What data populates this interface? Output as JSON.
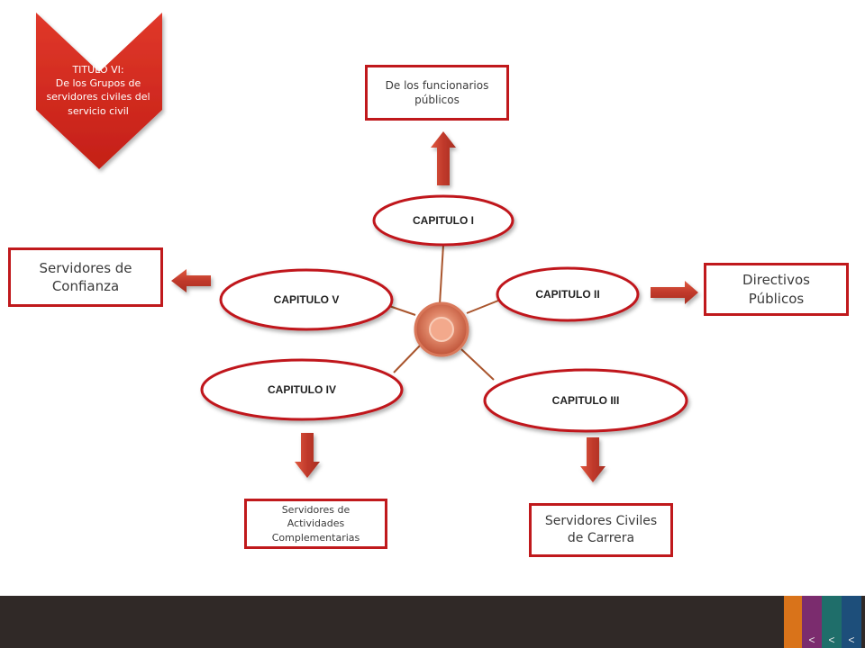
{
  "title_shape": {
    "heading": "TITULO VI:",
    "subtitle": "De los Grupos de servidores civiles del servicio civil"
  },
  "chapters": {
    "c1": "CAPITULO I",
    "c2": "CAPITULO II",
    "c3": "CAPITULO III",
    "c4": "CAPITULO IV",
    "c5": "CAPITULO V"
  },
  "boxes": {
    "funcionarios": "De los funcionarios\npúblicos",
    "confianza": "Servidores de\nConfianza",
    "directivos": "Directivos\nPúblicos",
    "complementarias": "Servidores de\nActividades\nComplementarias",
    "carrera": "Servidores Civiles\nde Carrera"
  },
  "footer": {
    "nav_glyph": "<"
  },
  "colors": {
    "box_border": "#c0191c",
    "arrow": "#c0392b",
    "title_fill": "#d22a1e",
    "hub": "#c95a3e",
    "connector": "#a9552d",
    "footer_bg": "#302927",
    "strip_orange": "#d9731a",
    "strip_purple": "#7b2c6e",
    "strip_teal": "#1f6e6a",
    "strip_blue": "#1d4e7a"
  }
}
